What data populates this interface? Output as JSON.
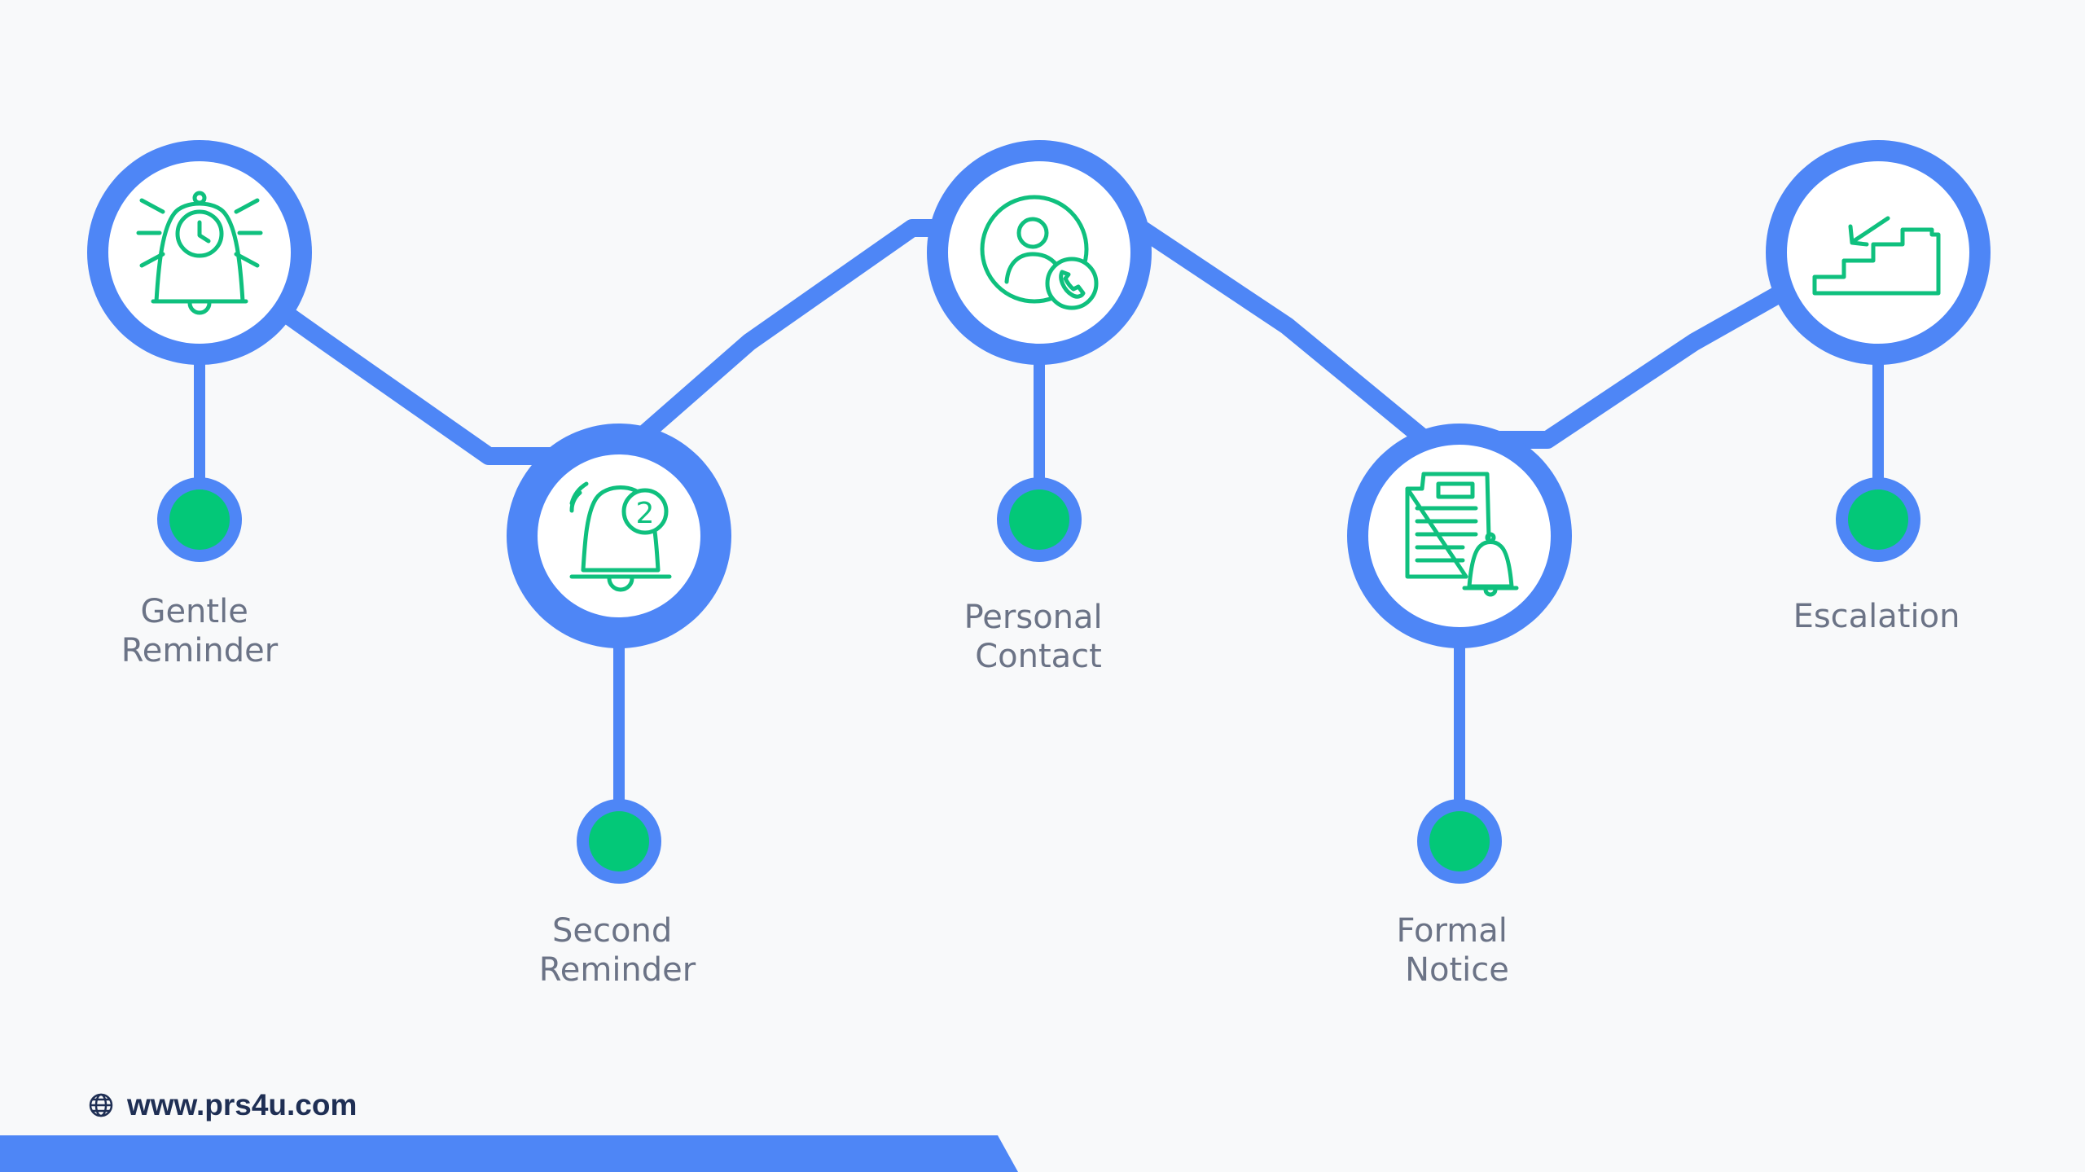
{
  "colors": {
    "background": "#f8f9fa",
    "connector": "#4e86f6",
    "icon_fill": "#ffffff",
    "icon_stroke": "#0fc07e",
    "dot": "#03c878",
    "label": "#6b7386",
    "footer_text": "#1f2f54",
    "footer_bar": "#4e86f6"
  },
  "steps": [
    {
      "label_lines": [
        "Gentle",
        "Reminder"
      ],
      "icon": "alarm-bell-icon"
    },
    {
      "label_lines": [
        "Second",
        "Reminder"
      ],
      "icon": "bell-number-two-icon"
    },
    {
      "label_lines": [
        "Personal",
        "Contact"
      ],
      "icon": "person-phone-icon"
    },
    {
      "label_lines": [
        "Formal",
        "Notice"
      ],
      "icon": "document-bell-icon"
    },
    {
      "label_lines": [
        "Escalation"
      ],
      "icon": "stairs-arrow-icon"
    }
  ],
  "footer": {
    "url": "www.prs4u.com",
    "icon": "globe-icon"
  }
}
